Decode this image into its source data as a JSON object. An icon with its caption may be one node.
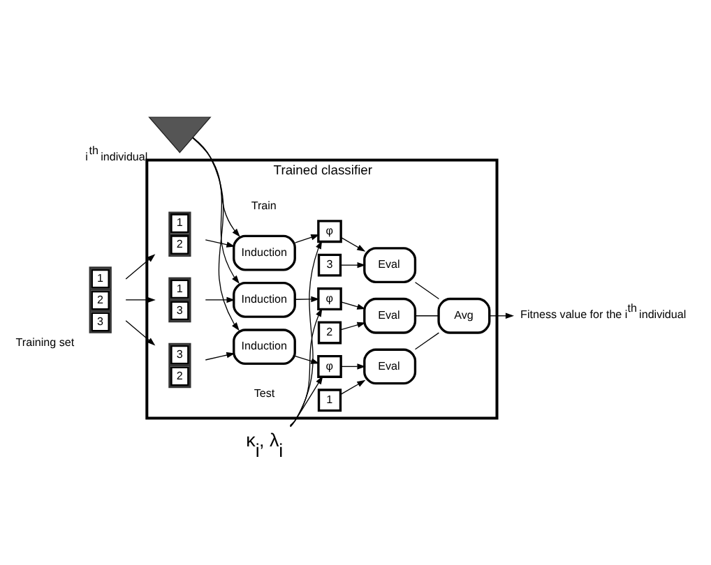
{
  "diagram": {
    "nodes": [
      {
        "text": [],
        "shape": "tree",
        "beside": [
          "i$^{th}$ individual"
        ]
      },
      {
        "text": [
          "κ$_{i}$, λ$_{i}$"
        ]
      },
      {
        "text": [
          "Trained classifier"
        ]
      },
      {
        "text": [
          "1",
          "2",
          "3"
        ],
        "beside": [
          "Training set"
        ]
      },
      {
        "text": [
          "1",
          "2"
        ],
        "in": 2
      },
      {
        "text": [
          "1",
          "3"
        ],
        "in": 2
      },
      {
        "text": [
          "3",
          "2"
        ],
        "in": 2
      },
      {
        "text": [
          "Induction"
        ],
        "in": 2
      },
      {
        "text": [
          "Induction"
        ],
        "in": 2
      },
      {
        "text": [
          "Induction"
        ],
        "in": 2
      },
      {
        "text": [
          "φ"
        ],
        "in": 2
      },
      {
        "text": [
          "φ"
        ],
        "in": 2
      },
      {
        "text": [
          "φ"
        ],
        "in": 2
      },
      {
        "text": [
          "3"
        ],
        "in": 2
      },
      {
        "text": [
          "2"
        ],
        "in": 2
      },
      {
        "text": [
          "1"
        ],
        "in": 2
      },
      {
        "text": [
          "Eval"
        ],
        "in": 2
      },
      {
        "text": [
          "Eval"
        ],
        "in": 2
      },
      {
        "text": [
          "Eval"
        ],
        "in": 2
      },
      {
        "text": [
          "Avg"
        ],
        "in": 2
      },
      {
        "text": [
          "Fitness value for the i$^{th}$ individual"
        ]
      }
    ],
    "edges": [
      {
        "from": 3,
        "to": 4,
        "arrow": "to"
      },
      {
        "from": 3,
        "to": 5,
        "arrow": "to"
      },
      {
        "from": 3,
        "to": 6,
        "arrow": "to"
      },
      {
        "from": 0,
        "to": 7,
        "arrow": "to"
      },
      {
        "from": 0,
        "to": 8,
        "arrow": "to"
      },
      {
        "from": 0,
        "to": 9,
        "arrow": "to"
      },
      {
        "from": 4,
        "to": 7,
        "arrow": "to"
      },
      {
        "from": 5,
        "to": 8,
        "arrow": "to"
      },
      {
        "from": 6,
        "to": 9,
        "arrow": "to"
      },
      {
        "from": 1,
        "to": 10,
        "arrow": "to"
      },
      {
        "from": 1,
        "to": 11,
        "arrow": "to"
      },
      {
        "from": 1,
        "to": 12,
        "arrow": "to"
      },
      {
        "from": 7,
        "to": 10,
        "arrow": "to"
      },
      {
        "from": 8,
        "to": 11,
        "arrow": "to"
      },
      {
        "from": 9,
        "to": 12,
        "arrow": "to"
      },
      {
        "from": 10,
        "to": 16,
        "arrow": "to"
      },
      {
        "from": 13,
        "to": 16,
        "arrow": "to"
      },
      {
        "from": 11,
        "to": 17,
        "arrow": "to"
      },
      {
        "from": 14,
        "to": 17,
        "arrow": "to"
      },
      {
        "from": 12,
        "to": 18,
        "arrow": "to"
      },
      {
        "from": 15,
        "to": 18,
        "arrow": "to"
      },
      {
        "from": 16,
        "to": 19,
        "arrow": "none"
      },
      {
        "from": 17,
        "to": 19,
        "arrow": "none"
      },
      {
        "from": 18,
        "to": 19,
        "arrow": "none"
      },
      {
        "from": 19,
        "to": 20,
        "arrow": "to"
      }
    ],
    "labels": [
      "Train",
      "Test"
    ]
  }
}
